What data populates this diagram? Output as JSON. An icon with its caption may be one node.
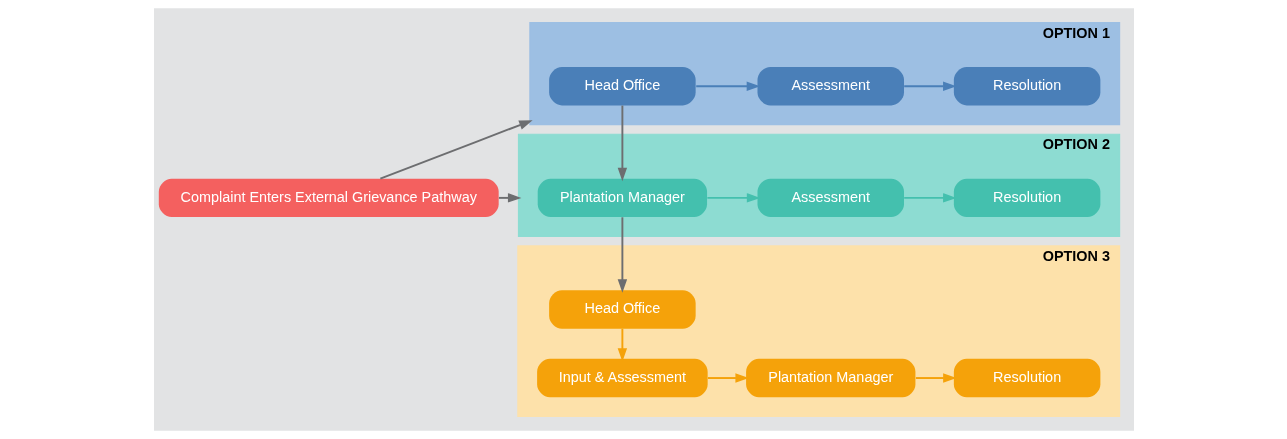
{
  "diagram": {
    "nodes": [
      {
        "text": [
          "Complaint Enters External Grievance Pathway"
        ]
      },
      {
        "text": [
          "OPTION 1"
        ]
      },
      {
        "text": [
          "Head Office"
        ],
        "in": 1
      },
      {
        "text": [
          "Assessment"
        ],
        "in": 1
      },
      {
        "text": [
          "Resolution"
        ],
        "in": 1
      },
      {
        "text": [
          "OPTION 2"
        ]
      },
      {
        "text": [
          "Plantation Manager"
        ],
        "in": 5
      },
      {
        "text": [
          "Assessment"
        ],
        "in": 5
      },
      {
        "text": [
          "Resolution"
        ],
        "in": 5
      },
      {
        "text": [
          "OPTION 3"
        ]
      },
      {
        "text": [
          "Head Office"
        ],
        "in": 9
      },
      {
        "text": [
          "Input & Assessment"
        ],
        "in": 9
      },
      {
        "text": [
          "Plantation Manager"
        ],
        "in": 9
      },
      {
        "text": [
          "Resolution"
        ],
        "in": 9
      }
    ],
    "edges": [
      {
        "from": 0,
        "to": 1,
        "arrow": "to"
      },
      {
        "from": 0,
        "to": 5,
        "arrow": "to"
      },
      {
        "from": 2,
        "to": 3,
        "arrow": "to",
        "color": "#4a7fb8"
      },
      {
        "from": 3,
        "to": 4,
        "arrow": "to",
        "color": "#4a7fb8"
      },
      {
        "from": 2,
        "to": 6,
        "arrow": "to"
      },
      {
        "from": 6,
        "to": 7,
        "arrow": "to",
        "color": "#44c0ae"
      },
      {
        "from": 7,
        "to": 8,
        "arrow": "to",
        "color": "#44c0ae"
      },
      {
        "from": 6,
        "to": 10,
        "arrow": "to"
      },
      {
        "from": 10,
        "to": 11,
        "arrow": "to",
        "color": "#f5a20a"
      },
      {
        "from": 11,
        "to": 12,
        "arrow": "to",
        "color": "#f5a20a"
      },
      {
        "from": 12,
        "to": 13,
        "arrow": "to",
        "color": "#f5a20a"
      }
    ]
  }
}
